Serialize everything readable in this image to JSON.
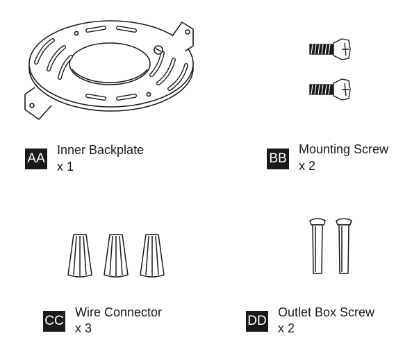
{
  "parts": [
    {
      "code": "AA",
      "name": "Inner Backplate",
      "qty": "x 1",
      "icon": "inner-backplate-icon"
    },
    {
      "code": "BB",
      "name": "Mounting Screw",
      "qty": "x 2",
      "icon": "mounting-screw-icon"
    },
    {
      "code": "CC",
      "name": "Wire Connector",
      "qty": "x 3",
      "icon": "wire-connector-icon"
    },
    {
      "code": "DD",
      "name": "Outlet Box Screw",
      "qty": "x 2",
      "icon": "outlet-box-screw-icon"
    }
  ],
  "colors": {
    "ink": "#1a1a1a",
    "paper": "#ffffff"
  }
}
